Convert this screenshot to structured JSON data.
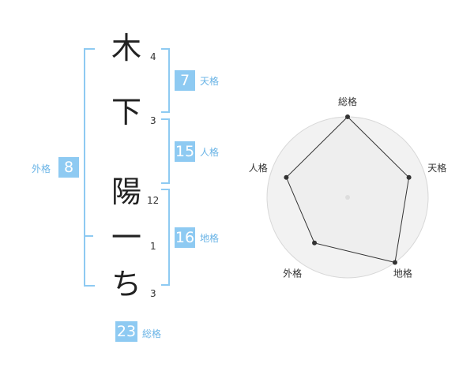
{
  "name_chars": [
    {
      "char": "木",
      "strokes": "4"
    },
    {
      "char": "下",
      "strokes": "3"
    },
    {
      "char": "陽",
      "strokes": "12"
    },
    {
      "char": "一",
      "strokes": "1"
    },
    {
      "char": "ち",
      "strokes": "3"
    }
  ],
  "fortunes": {
    "tenkaku": {
      "label": "天格",
      "value": "7"
    },
    "jinkaku": {
      "label": "人格",
      "value": "15"
    },
    "chikaku": {
      "label": "地格",
      "value": "16"
    },
    "gaikaku": {
      "label": "外格",
      "value": "8"
    },
    "soukaku": {
      "label": "総格",
      "value": "23"
    }
  },
  "colors": {
    "accent": "#8ecaf2",
    "accent_text": "#6ab4e6",
    "radar_fill": "#f2f2f2"
  },
  "chart_data": {
    "type": "radar",
    "axes": [
      "総格",
      "天格",
      "地格",
      "外格",
      "人格"
    ],
    "values": [
      5,
      4,
      5,
      3.5,
      4
    ],
    "range": [
      0,
      5
    ],
    "grid_levels": 5
  }
}
